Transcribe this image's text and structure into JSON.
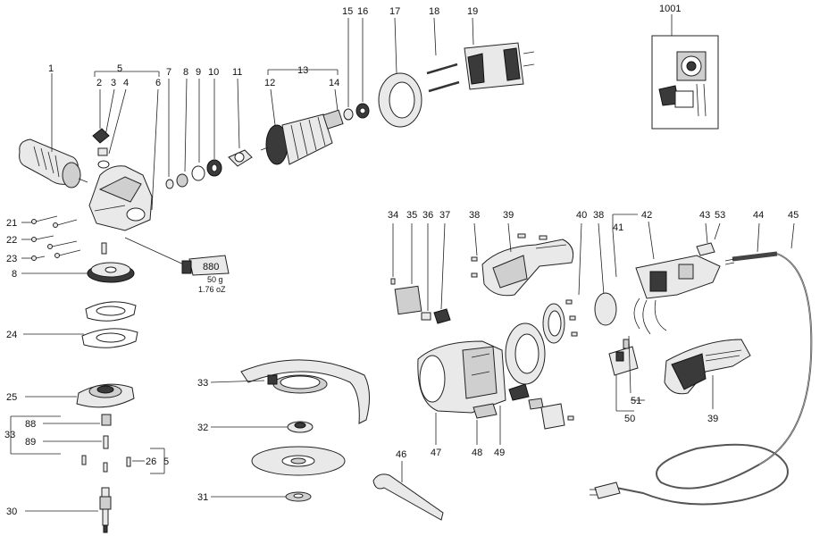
{
  "labels": {
    "p1": "1",
    "p2": "2",
    "p3": "3",
    "p4": "4",
    "p5": "5",
    "p6": "6",
    "p7": "7",
    "p8": "8",
    "p9": "9",
    "p10": "10",
    "p11": "11",
    "p12": "12",
    "p13": "13",
    "p14": "14",
    "p15": "15",
    "p16": "16",
    "p17": "17",
    "p18": "18",
    "p19": "19",
    "p1001": "1001",
    "p21": "21",
    "p22": "22",
    "p23": "23",
    "p8b": "8",
    "p24": "24",
    "p25": "25",
    "p33a": "33",
    "p88": "88",
    "p89": "89",
    "p26": "26",
    "p5b": "5",
    "p30": "30",
    "p33b": "33",
    "p32": "32",
    "p31": "31",
    "p34": "34",
    "p35": "35",
    "p36": "36",
    "p37": "37",
    "p38a": "38",
    "p39a": "39",
    "p40": "40",
    "p38b": "38",
    "p41": "41",
    "p42": "42",
    "p43": "43",
    "p53": "53",
    "p44": "44",
    "p45": "45",
    "p47": "47",
    "p48": "48",
    "p49": "49",
    "p46": "46",
    "p50": "50",
    "p51": "51",
    "p39b": "39"
  },
  "grease_tube": {
    "code": "880",
    "weight_g": "50 g",
    "weight_oz": "1.76 oZ"
  }
}
